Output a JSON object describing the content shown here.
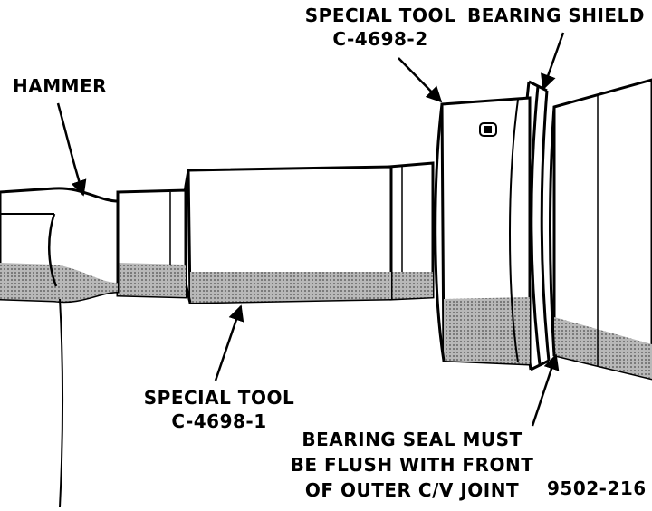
{
  "labels": {
    "hammer": "HAMMER",
    "tool2_line1": "SPECIAL TOOL",
    "tool2_line2": "C-4698-2",
    "shield": "BEARING SHIELD",
    "tool1_line1": "SPECIAL TOOL",
    "tool1_line2": "C-4698-1",
    "seal_line1": "BEARING SEAL MUST",
    "seal_line2": "BE FLUSH WITH FRONT",
    "seal_line3": "OF OUTER C/V JOINT",
    "figure_id": "9502-216"
  },
  "colors": {
    "ink": "#000000",
    "shade": "#a6a6a6",
    "paper": "#ffffff"
  }
}
